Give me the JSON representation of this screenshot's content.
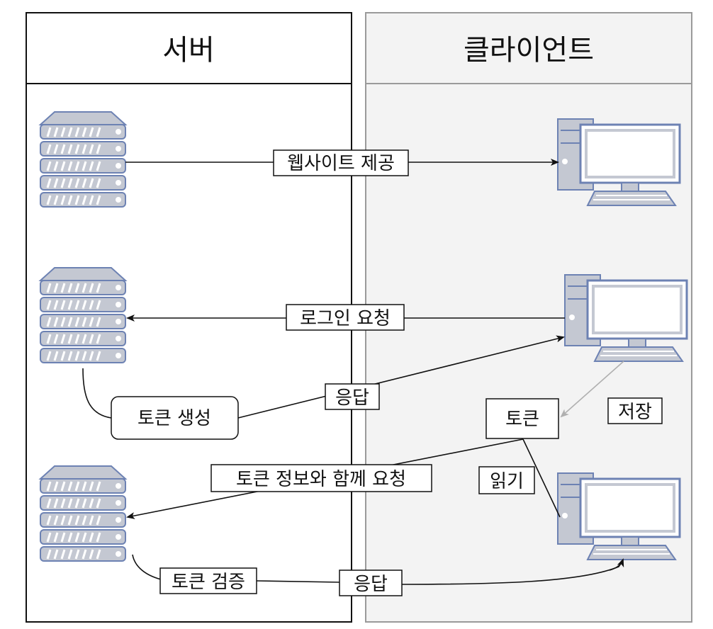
{
  "lanes": {
    "server": {
      "title": "서버",
      "background": "#ffffff"
    },
    "client": {
      "title": "클라이언트",
      "background": "#f3f3f3"
    }
  },
  "labels": {
    "provide_website": "웹사이트 제공",
    "login_request": "로그인 요청",
    "response_1": "응답",
    "token_generation": "토큰 생성",
    "token": "토큰",
    "store": "저장",
    "request_with_token": "토큰 정보와 함께 요청",
    "read": "읽기",
    "token_verification": "토큰 검증",
    "response_2": "응답"
  },
  "icons": {
    "server": "server-rack-icon",
    "client": "desktop-computer-icon"
  },
  "colors": {
    "icon_fill": "#c4c8d2",
    "icon_stroke": "#6d82b3",
    "screen": "#ffffff",
    "line": "#111111",
    "store_arrow": "#b0b0b0"
  }
}
